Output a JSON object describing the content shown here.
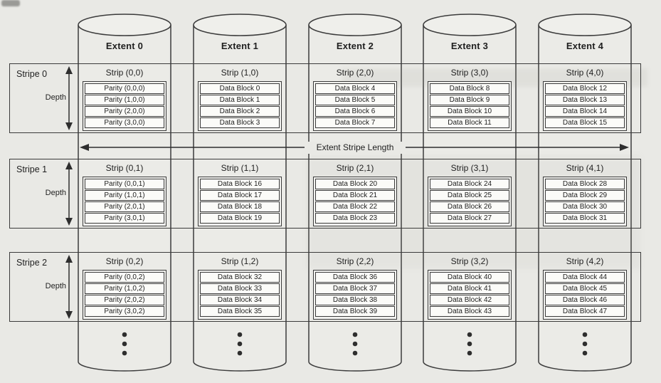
{
  "diagram": {
    "extents": [
      "Extent 0",
      "Extent 1",
      "Extent 2",
      "Extent 3",
      "Extent 4"
    ],
    "depth_label": "Depth",
    "length_label": "Extent Stripe Length",
    "stripes": [
      {
        "label": "Stripe 0",
        "strips": [
          {
            "title": "Strip (0,0)",
            "blocks": [
              "Parity (0,0,0)",
              "Parity (1,0,0)",
              "Parity (2,0,0)",
              "Parity (3,0,0)"
            ]
          },
          {
            "title": "Strip (1,0)",
            "blocks": [
              "Data Block 0",
              "Data Block 1",
              "Data Block 2",
              "Data Block 3"
            ]
          },
          {
            "title": "Strip (2,0)",
            "blocks": [
              "Data Block 4",
              "Data Block 5",
              "Data Block 6",
              "Data Block 7"
            ]
          },
          {
            "title": "Strip (3,0)",
            "blocks": [
              "Data Block 8",
              "Data Block 9",
              "Data Block 10",
              "Data Block 11"
            ]
          },
          {
            "title": "Strip (4,0)",
            "blocks": [
              "Data Block 12",
              "Data Block 13",
              "Data Block 14",
              "Data Block 15"
            ]
          }
        ]
      },
      {
        "label": "Stripe 1",
        "strips": [
          {
            "title": "Strip (0,1)",
            "blocks": [
              "Parity (0,0,1)",
              "Parity (1,0,1)",
              "Parity (2,0,1)",
              "Parity (3,0,1)"
            ]
          },
          {
            "title": "Strip (1,1)",
            "blocks": [
              "Data Block 16",
              "Data Block 17",
              "Data Block 18",
              "Data Block 19"
            ]
          },
          {
            "title": "Strip (2,1)",
            "blocks": [
              "Data Block 20",
              "Data Block 21",
              "Data Block 22",
              "Data Block 23"
            ]
          },
          {
            "title": "Strip (3,1)",
            "blocks": [
              "Data Block 24",
              "Data Block 25",
              "Data Block 26",
              "Data Block 27"
            ]
          },
          {
            "title": "Strip (4,1)",
            "blocks": [
              "Data Block 28",
              "Data Block 29",
              "Data Block 30",
              "Data Block 31"
            ]
          }
        ]
      },
      {
        "label": "Stripe 2",
        "strips": [
          {
            "title": "Strip (0,2)",
            "blocks": [
              "Parity (0,0,2)",
              "Parity (1,0,2)",
              "Parity (2,0,2)",
              "Parity (3,0,2)"
            ]
          },
          {
            "title": "Strip (1,2)",
            "blocks": [
              "Data Block 32",
              "Data Block 33",
              "Data Block 34",
              "Data Block 35"
            ]
          },
          {
            "title": "Strip (2,2)",
            "blocks": [
              "Data Block 36",
              "Data Block 37",
              "Data Block 38",
              "Data Block 39"
            ]
          },
          {
            "title": "Strip (3,2)",
            "blocks": [
              "Data Block 40",
              "Data Block 41",
              "Data Block 42",
              "Data Block 43"
            ]
          },
          {
            "title": "Strip (4,2)",
            "blocks": [
              "Data Block 44",
              "Data Block 45",
              "Data Block 46",
              "Data Block 47"
            ]
          }
        ]
      }
    ],
    "colors": {
      "paper": "#e9e9e5",
      "line": "#3b3b3b",
      "block_fill": "#fbfbf8",
      "text": "#1f1f1f"
    }
  }
}
